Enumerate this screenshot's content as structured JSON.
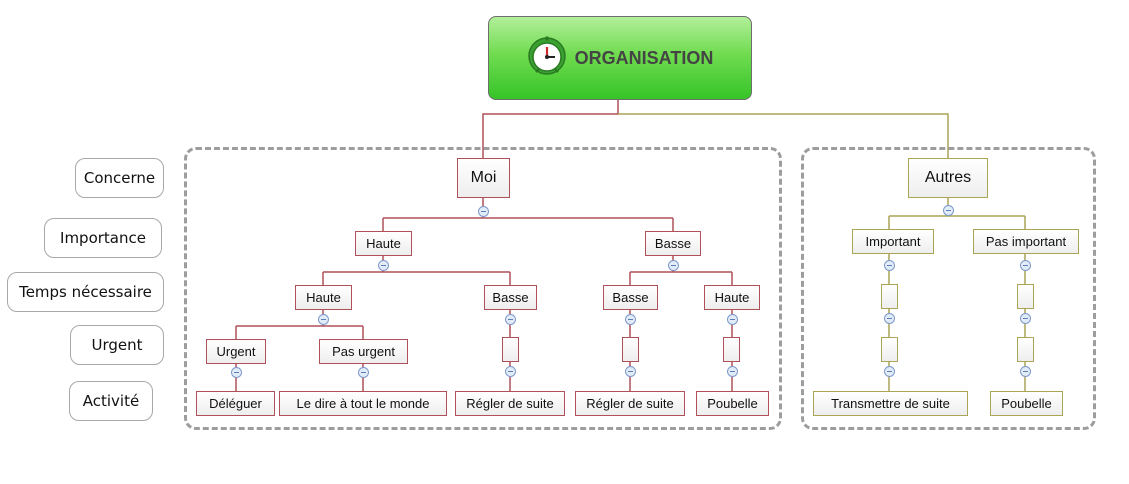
{
  "root": {
    "label": "ORGANISATION",
    "icon": "clock-icon"
  },
  "row_labels": [
    "Concerne",
    "Importance",
    "Temps nécessaire",
    "Urgent",
    "Activité"
  ],
  "moi_branch": {
    "label": "Moi",
    "importance": [
      "Haute",
      "Basse"
    ],
    "temps": [
      "Haute",
      "Basse",
      "Basse",
      "Haute"
    ],
    "urgent": [
      "Urgent",
      "Pas urgent"
    ],
    "activities": [
      "Déléguer",
      "Le dire à tout le monde",
      "Régler de suite",
      "Régler de suite",
      "Poubelle"
    ]
  },
  "autres_branch": {
    "label": "Autres",
    "importance": [
      "Important",
      "Pas important"
    ],
    "activities": [
      "Transmettre de suite",
      "Poubelle"
    ]
  },
  "colors": {
    "moi_branch": "#b0505a",
    "autres_branch": "#aaa455",
    "root_fill": "#52d33a",
    "group_border": "#9d9d9d"
  }
}
